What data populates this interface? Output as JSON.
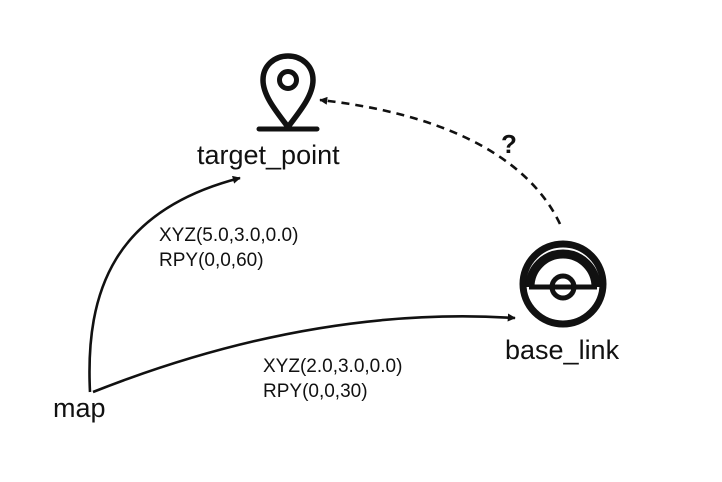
{
  "nodes": {
    "target_point": {
      "label": "target_point",
      "icon": "location-pin-icon"
    },
    "base_link": {
      "label": "base_link",
      "icon": "robot-base-icon"
    },
    "map": {
      "label": "map"
    }
  },
  "edges": {
    "map_to_target": {
      "xyz": "XYZ(5.0,3.0,0.0)",
      "rpy": "RPY(0,0,60)"
    },
    "map_to_base": {
      "xyz": "XYZ(2.0,3.0,0.0)",
      "rpy": "RPY(0,0,30)"
    },
    "base_to_target": {
      "label": "?",
      "style": "dashed"
    }
  },
  "colors": {
    "stroke": "#111111",
    "background": "#ffffff"
  }
}
